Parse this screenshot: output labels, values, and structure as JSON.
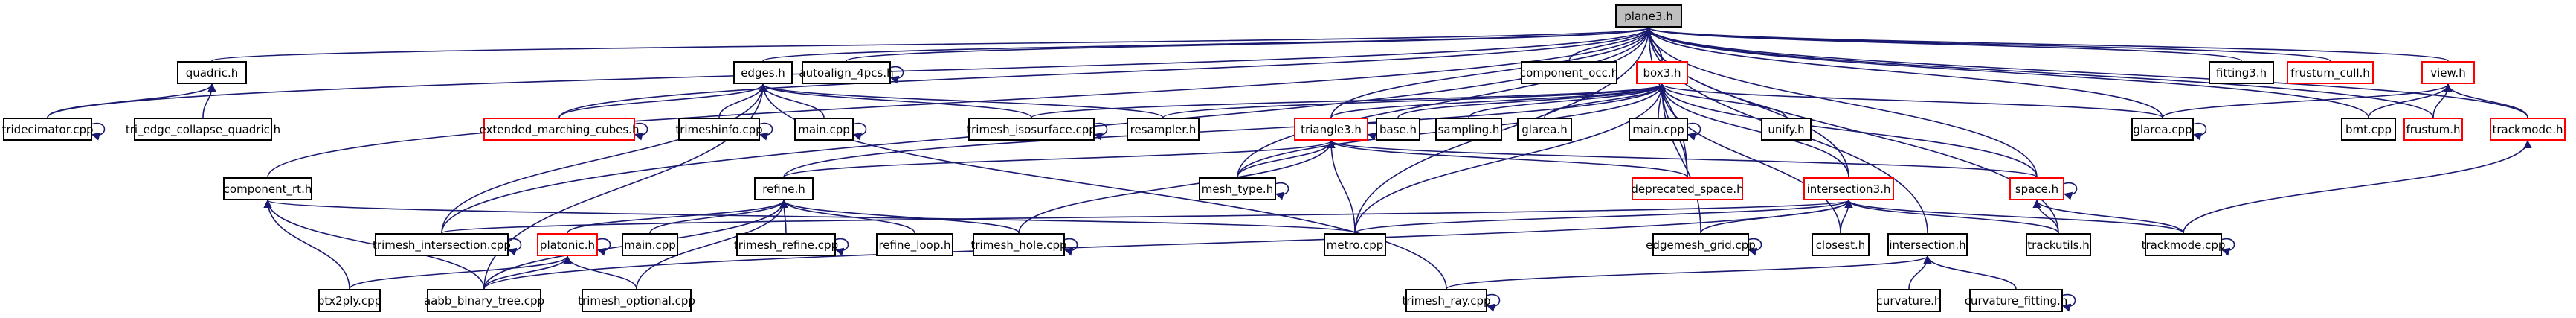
{
  "graph": {
    "nodes": {
      "plane3_h": "plane3.h",
      "quadric_h": "quadric.h",
      "edges_h": "edges.h",
      "autoalign_4pcs_h": "autoalign_4pcs.h",
      "component_occ_h": "component_occ.h",
      "box3_h": "box3.h",
      "fitting3_h": "fitting3.h",
      "frustum_cull_h": "frustum_cull.h",
      "view_h": "view.h",
      "tridecimator_cpp": "tridecimator.cpp",
      "tri_edge_collapse_quadric_h": "tri_edge_collapse_quadric.h",
      "extended_marching_cubes_h": "extended_marching_cubes.h",
      "trimeshinfo_cpp": "trimeshinfo.cpp",
      "main_cpp_1": "main.cpp",
      "trimesh_isosurface_cpp": "trimesh_isosurface.cpp",
      "resampler_h": "resampler.h",
      "triangle3_h": "triangle3.h",
      "base_h": "base.h",
      "sampling_h": "sampling.h",
      "glarea_h": "glarea.h",
      "main_cpp_2": "main.cpp",
      "unify_h": "unify.h",
      "glarea_cpp": "glarea.cpp",
      "bmt_cpp": "bmt.cpp",
      "frustum_h": "frustum.h",
      "trackmode_h": "trackmode.h",
      "component_rt_h": "component_rt.h",
      "refine_h": "refine.h",
      "mesh_type_h": "mesh_type.h",
      "deprecated_space_h": "deprecated_space.h",
      "intersection3_h": "intersection3.h",
      "space_h": "space.h",
      "trimesh_intersection_cpp": "trimesh_intersection.cpp",
      "platonic_h": "platonic.h",
      "main_cpp_3": "main.cpp",
      "trimesh_refine_cpp": "trimesh_refine.cpp",
      "refine_loop_h": "refine_loop.h",
      "trimesh_hole_cpp": "trimesh_hole.cpp",
      "metro_cpp": "metro.cpp",
      "edgemesh_grid_cpp": "edgemesh_grid.cpp",
      "closest_h": "closest.h",
      "intersection_h": "intersection.h",
      "trackutils_h": "trackutils.h",
      "trackmode_cpp": "trackmode.cpp",
      "ptx2ply_cpp": "ptx2ply.cpp",
      "aabb_binary_tree_cpp": "aabb_binary_tree.cpp",
      "trimesh_optional_cpp": "trimesh_optional.cpp",
      "trimesh_ray_cpp": "trimesh_ray.cpp",
      "curvature_h": "curvature.h",
      "curvature_fitting_h": "curvature_fitting.h"
    },
    "colors": {
      "edge": "#191970",
      "node_border": "#000000",
      "node_border_incomplete": "#ff0000",
      "root_fill": "#bfbfbf",
      "background": "#ffffff"
    }
  }
}
